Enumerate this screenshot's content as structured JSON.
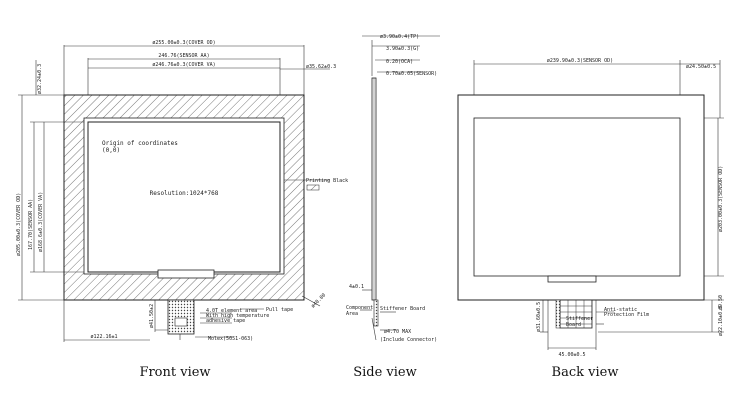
{
  "front": {
    "caption": "Front view",
    "dims": {
      "top_cover_od": "ø255.00±0.3(COVER OD)",
      "top_sensor_aa": "246.76(SENSOR AA)",
      "top_cover_va": "ø246.76±0.3(COVER VA)",
      "right_top_offset": "ø35.62±0.3",
      "left_small": "ø32.24±0.3",
      "left_cover_od": "ø205.00±0.3(COVER OD)",
      "left_sensor_aa": "167.70(SENSOR AA)",
      "left_cover_va": "ø168.6±0.3(COVER VA)",
      "bottom_left": "ø122.16±1",
      "bottom_tail": "ø41.50±2",
      "tail_side": "ø40.00"
    },
    "notes": {
      "origin": "Origin of coordinates",
      "origin_xy": "(0,0)",
      "resolution": "Resolution:1024*768",
      "printing_black": "Printing Black",
      "stiffener": "4.0T element area",
      "adhesive_1": "With high temperature",
      "adhesive_2": "adhesive tape",
      "pull_tape": "Pull tape",
      "connector": "Molex(5051-063)"
    }
  },
  "side": {
    "caption": "Side view",
    "dims": {
      "tp": "ø3.90±0.4(TP)",
      "d1": "3.90±0.3(G)",
      "d2": "0.20(OCA)",
      "d3": "0.70±0.05(SENSOR)",
      "tail": "4±0.1",
      "max": "ø4.70 MAX",
      "max_note": "(Include Connector)"
    },
    "notes": {
      "stiffener": "Stiffener Board",
      "component_1": "Component",
      "component_2": "Area"
    }
  },
  "back": {
    "caption": "Back view",
    "dims": {
      "top_sensor_od": "ø239.90±0.3(SENSOR OD)",
      "top_right": "ø24.50±0.5",
      "right_sensor_od": "ø203.00±0.3(SENSOR OD)",
      "bottom_tail_width": "45.00±0.5",
      "left_tail": "ø31.60±0.5",
      "right_small": "ø9.50",
      "right_tail": "ø22.10±0.5"
    },
    "notes": {
      "anti_static_1": "Anti-static",
      "anti_static_2": "Protection Film",
      "stiffener_1": "Stiffener",
      "stiffener_2": "Board"
    }
  }
}
